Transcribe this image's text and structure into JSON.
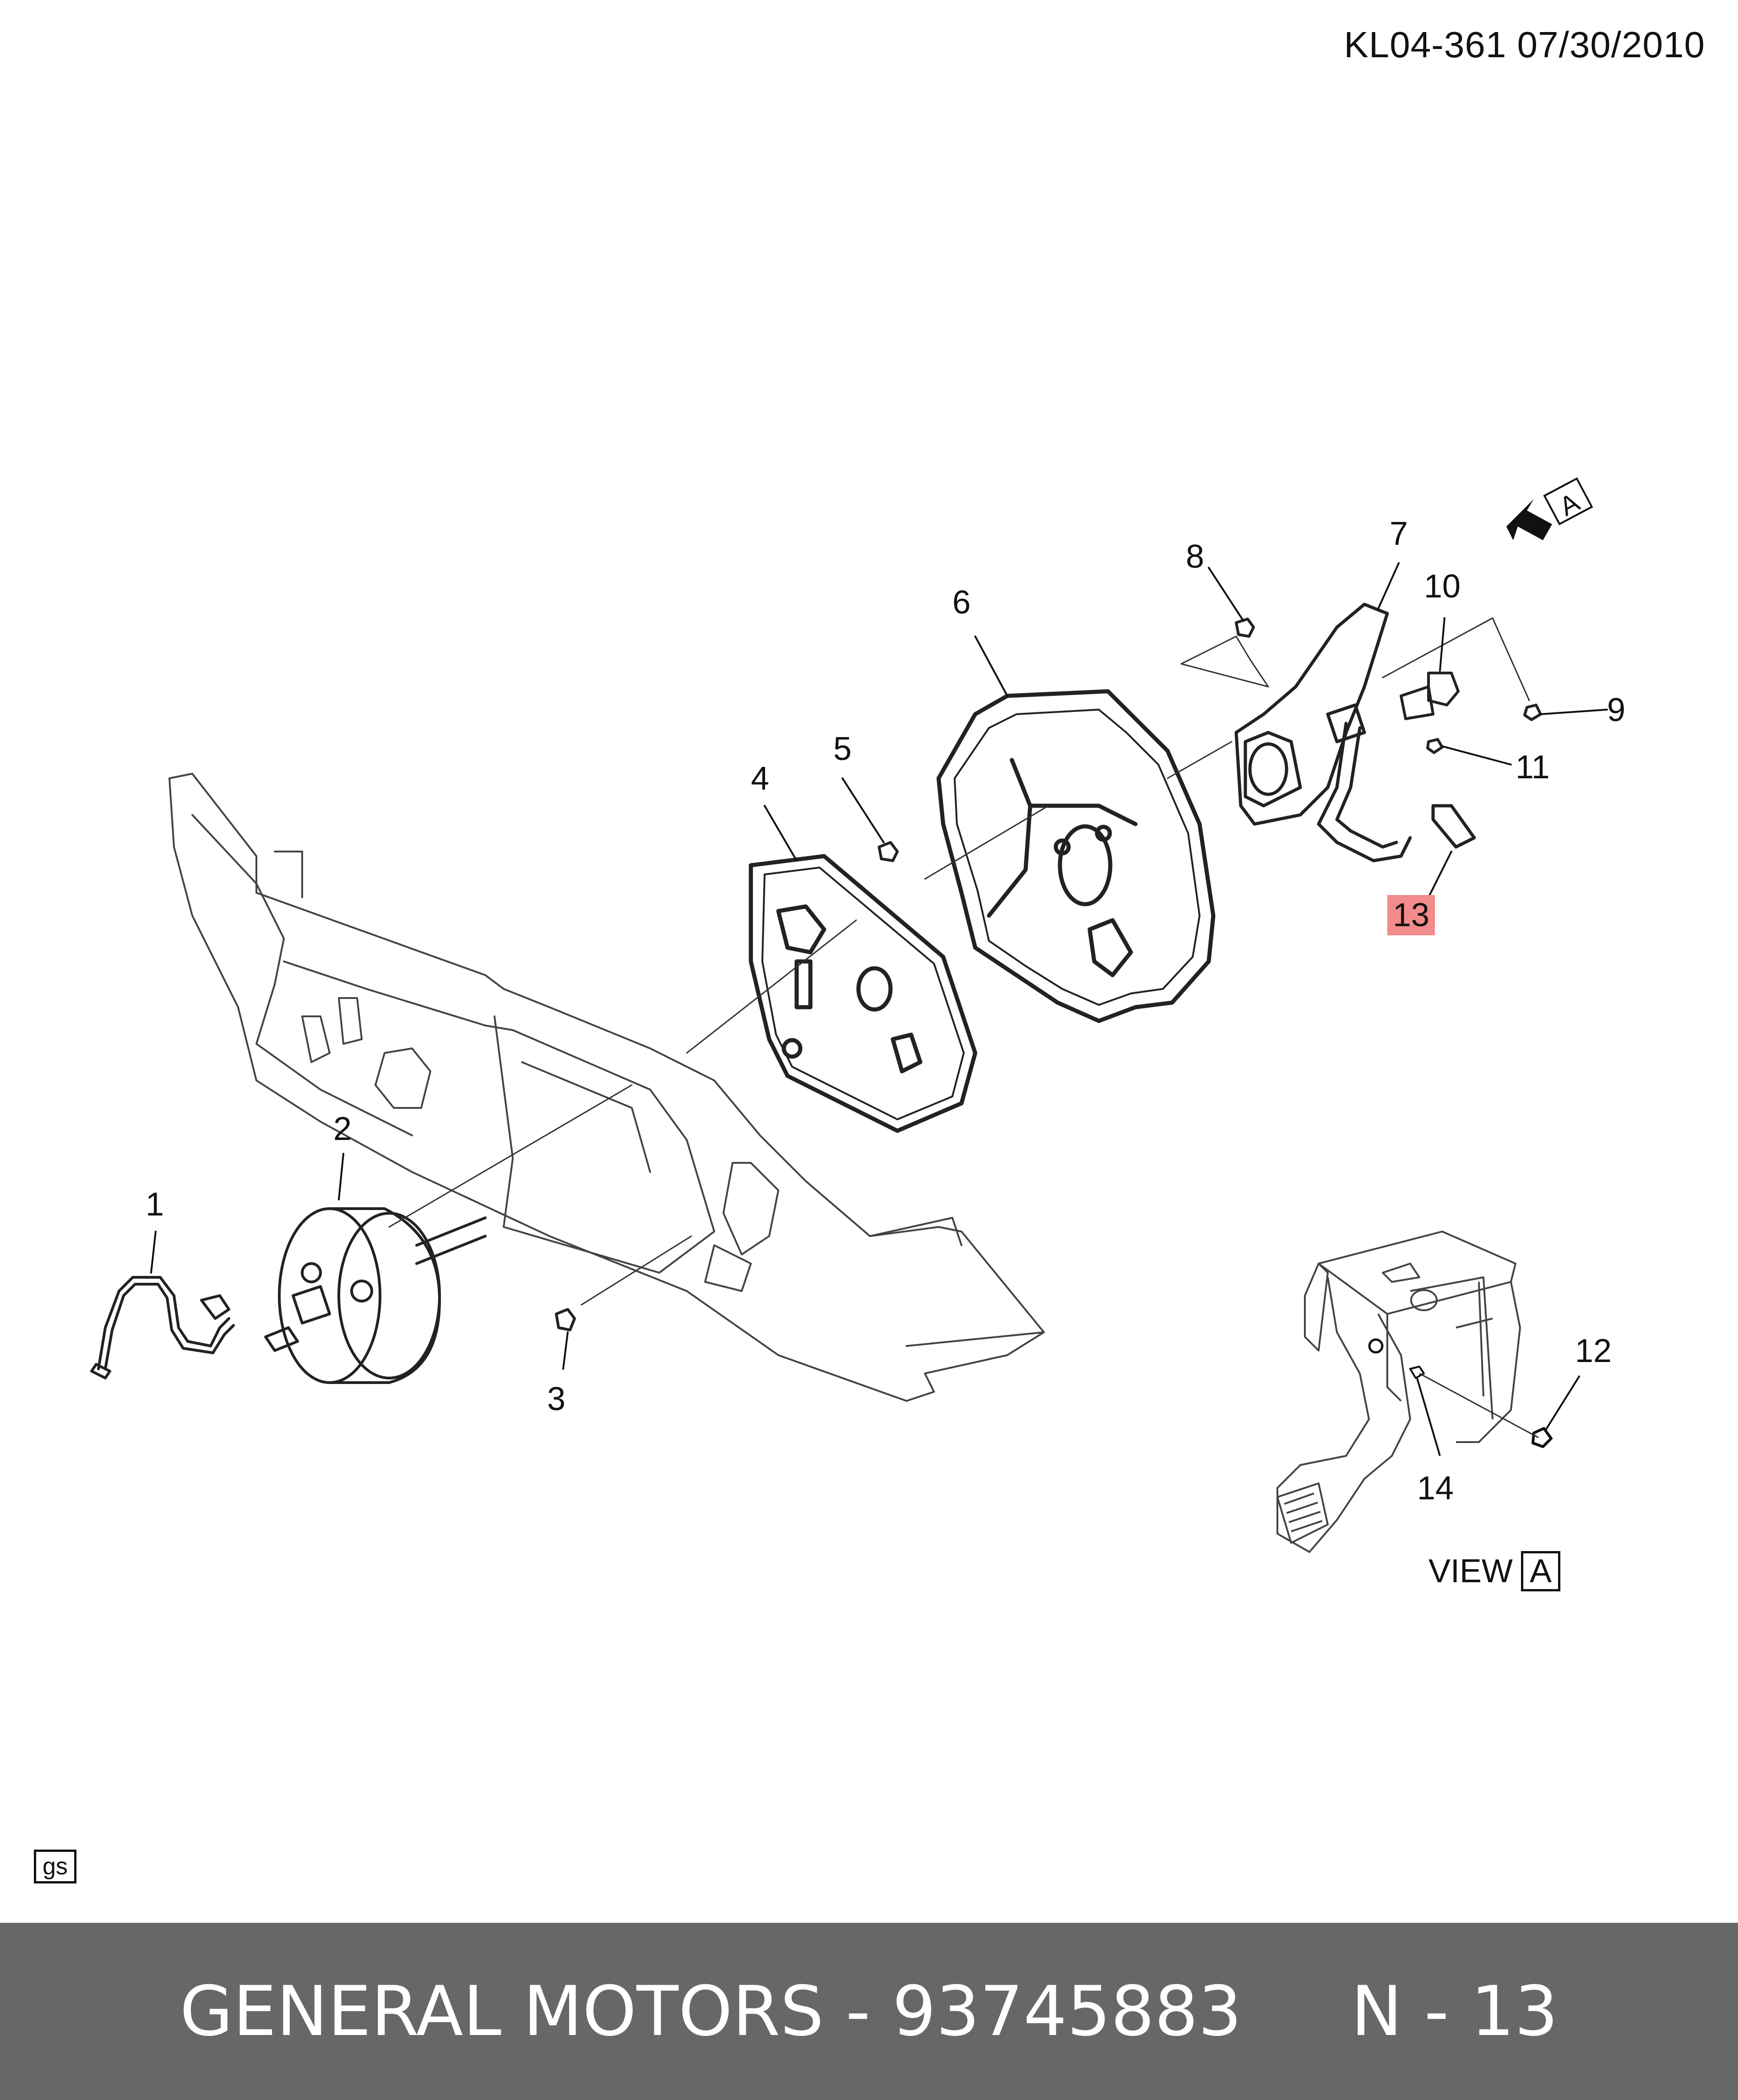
{
  "header": {
    "doc_id": "KL04-361  07/30/2010"
  },
  "callouts": [
    {
      "id": "1",
      "label": "1"
    },
    {
      "id": "2",
      "label": "2"
    },
    {
      "id": "3",
      "label": "3"
    },
    {
      "id": "4",
      "label": "4"
    },
    {
      "id": "5",
      "label": "5"
    },
    {
      "id": "6",
      "label": "6"
    },
    {
      "id": "7",
      "label": "7"
    },
    {
      "id": "8",
      "label": "8"
    },
    {
      "id": "9",
      "label": "9"
    },
    {
      "id": "10",
      "label": "10"
    },
    {
      "id": "11",
      "label": "11"
    },
    {
      "id": "12",
      "label": "12"
    },
    {
      "id": "13",
      "label": "13",
      "highlight": true
    },
    {
      "id": "14",
      "label": "14"
    }
  ],
  "view_arrow": {
    "letter": "A"
  },
  "view_label": {
    "text": "VIEW",
    "letter": "A"
  },
  "tag": {
    "text": "gs"
  },
  "footer": {
    "text": "GENERAL MOTORS - 93745883     N - 13"
  },
  "colors": {
    "footer_bg": "#676767",
    "highlight": "#f28b8b",
    "line": "#111111"
  }
}
